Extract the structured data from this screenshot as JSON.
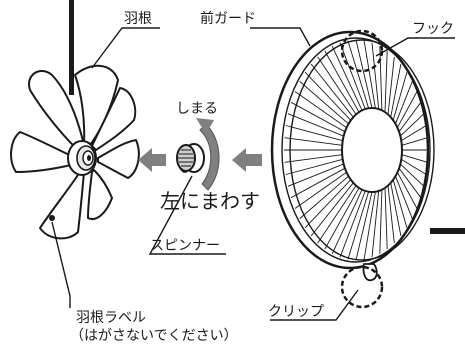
{
  "labels": {
    "blade": "羽根",
    "front_guard": "前ガード",
    "hook": "フック",
    "tighten": "しまる",
    "loosen_instruction": "左にまわす",
    "spinner": "スピンナー",
    "clip": "クリップ",
    "blade_label_line1": "羽根ラベル",
    "blade_label_line2": "（はがさないでください）"
  },
  "colors": {
    "line": "#1a1a1a",
    "arrow": "#808080",
    "blade_fill": "#ffffff",
    "spinner_fill": "#d8d8d8"
  }
}
